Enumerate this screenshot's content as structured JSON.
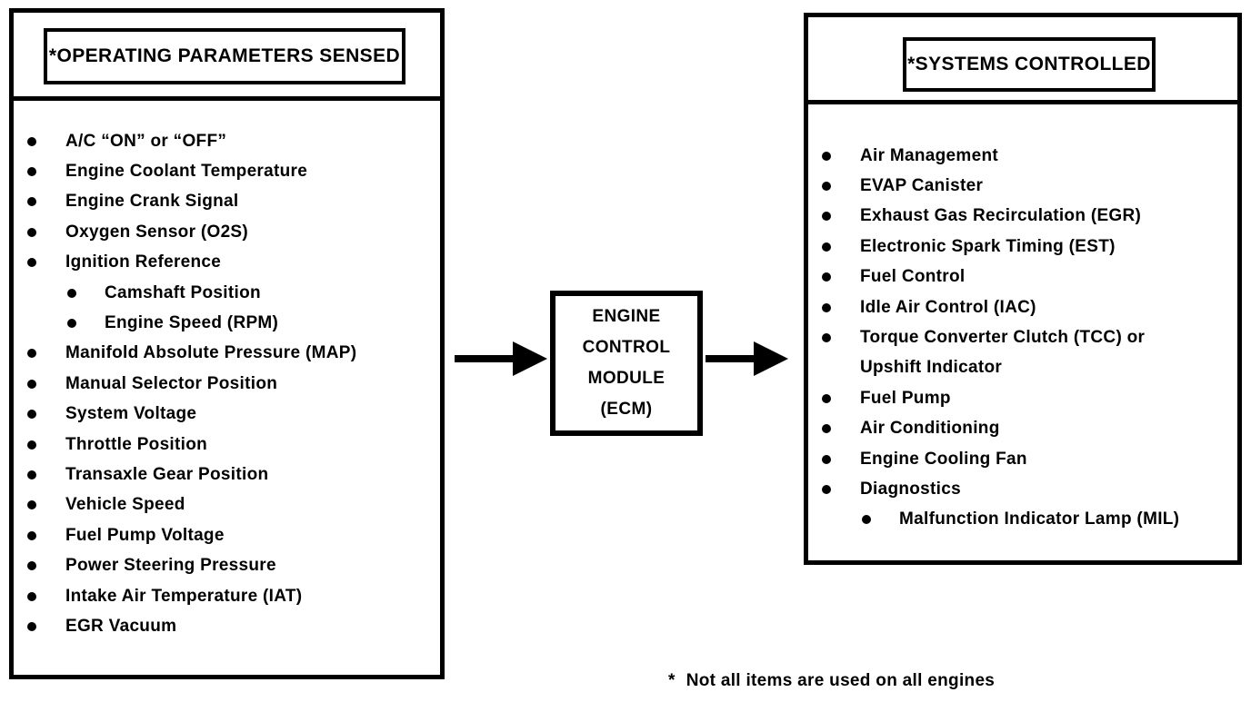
{
  "colors": {
    "ink": "#000000",
    "background": "#ffffff"
  },
  "left_panel": {
    "title": "*OPERATING PARAMETERS SENSED",
    "items": [
      {
        "text": "A/C “ON” or “OFF”"
      },
      {
        "text": "Engine Coolant Temperature"
      },
      {
        "text": "Engine Crank Signal"
      },
      {
        "text": "Oxygen Sensor (O2S)"
      },
      {
        "text": "Ignition Reference"
      },
      {
        "text": "Camshaft Position",
        "indent": 1
      },
      {
        "text": "Engine Speed (RPM)",
        "indent": 1
      },
      {
        "text": "Manifold Absolute Pressure (MAP)"
      },
      {
        "text": "Manual Selector Position"
      },
      {
        "text": "System Voltage"
      },
      {
        "text": "Throttle Position"
      },
      {
        "text": "Transaxle Gear Position"
      },
      {
        "text": "Vehicle Speed"
      },
      {
        "text": "Fuel Pump Voltage"
      },
      {
        "text": "Power Steering Pressure"
      },
      {
        "text": "Intake Air Temperature (IAT)"
      },
      {
        "text": "EGR Vacuum"
      }
    ]
  },
  "ecm": {
    "lines": [
      "ENGINE",
      "CONTROL",
      "MODULE",
      "(ECM)"
    ]
  },
  "right_panel": {
    "title": "*SYSTEMS CONTROLLED",
    "items": [
      {
        "text": "Air Management"
      },
      {
        "text": "EVAP Canister"
      },
      {
        "text": "Exhaust Gas Recirculation (EGR)"
      },
      {
        "text": "Electronic Spark Timing (EST)"
      },
      {
        "text": "Fuel Control"
      },
      {
        "text": "Idle Air Control (IAC)"
      },
      {
        "text": "Torque Converter Clutch (TCC) or"
      },
      {
        "text": "Upshift Indicator",
        "bullet": false
      },
      {
        "text": "Fuel Pump"
      },
      {
        "text": "Air Conditioning"
      },
      {
        "text": "Engine Cooling Fan"
      },
      {
        "text": "Diagnostics"
      },
      {
        "text": "Malfunction Indicator Lamp (MIL)",
        "indent": 1
      }
    ]
  },
  "footnote": {
    "marker": "*",
    "text": "Not all items are used on all engines"
  }
}
